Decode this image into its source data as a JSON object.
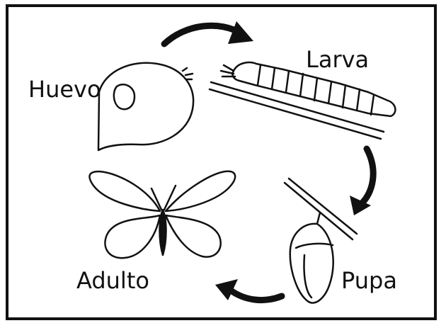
{
  "diagram": {
    "stages": {
      "egg": "Huevo",
      "larva": "Larva",
      "pupa": "Pupa",
      "adult": "Adulto"
    }
  }
}
